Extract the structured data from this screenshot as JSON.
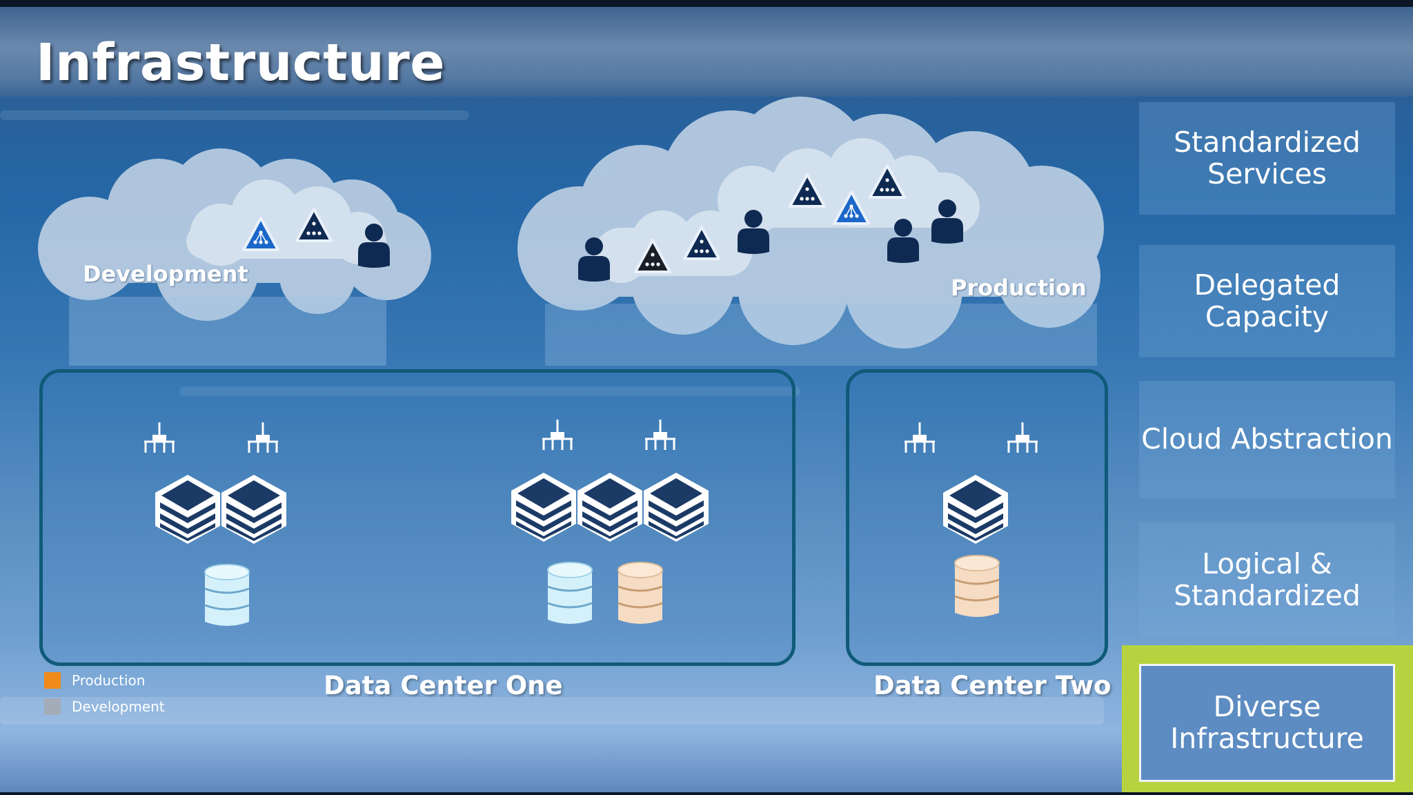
{
  "title": "Infrastructure",
  "clouds": {
    "development_label": "Development",
    "production_label": "Production"
  },
  "data_centers": {
    "one_label": "Data Center One",
    "two_label": "Data Center Two"
  },
  "layers": [
    {
      "label": "Standardized\nServices",
      "active": false
    },
    {
      "label": "Delegated\nCapacity",
      "active": false
    },
    {
      "label": "Cloud Abstraction",
      "active": false
    },
    {
      "label": "Logical &\nStandardized",
      "active": false
    },
    {
      "label": "Diverse\nInfrastructure",
      "active": true
    }
  ],
  "legend": [
    {
      "label": "Production",
      "color": "#f08a1a"
    },
    {
      "label": "Development",
      "color": "#a4acb8"
    }
  ],
  "colors": {
    "highlight": "#b6d33f",
    "dc_border": "#0f5a78",
    "cloud": "#b9cde2",
    "server": "#1b3a66",
    "db_development": "#d4f1fb",
    "db_production": "#f5dcc3"
  }
}
